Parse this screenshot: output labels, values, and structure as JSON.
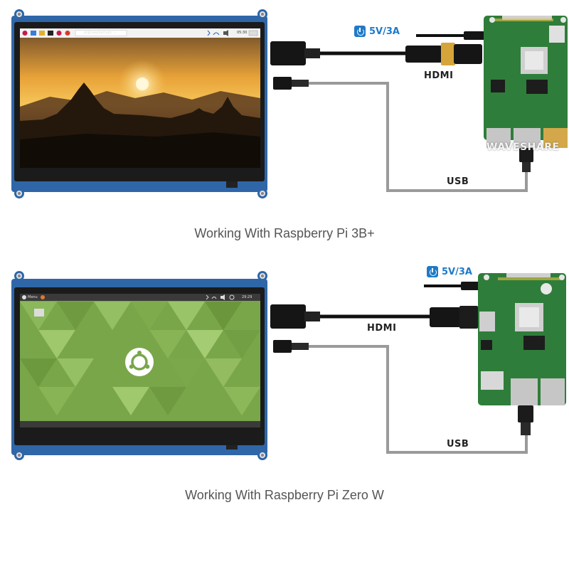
{
  "watermark": "WAVESHARE",
  "labels": {
    "hdmi": "HDMI",
    "usb": "USB",
    "power": "5V/3A"
  },
  "captions": {
    "pi3": "Working With Raspberry Pi 3B+",
    "zero": "Working With Raspberry Pi Zero W"
  },
  "desktop1": {
    "clock": "05:30",
    "terminal_tab": "pi@raspberrypi: ~"
  },
  "desktop2": {
    "menu_label": "Menu",
    "clock": "29:29"
  },
  "colors": {
    "board_green": "#2f7d3a",
    "lcd_frame": "#1b1b1b",
    "pcb_blue": "#2f66a8",
    "power_blue": "#1f7ac8",
    "wire_gray": "#9a9a9a"
  }
}
